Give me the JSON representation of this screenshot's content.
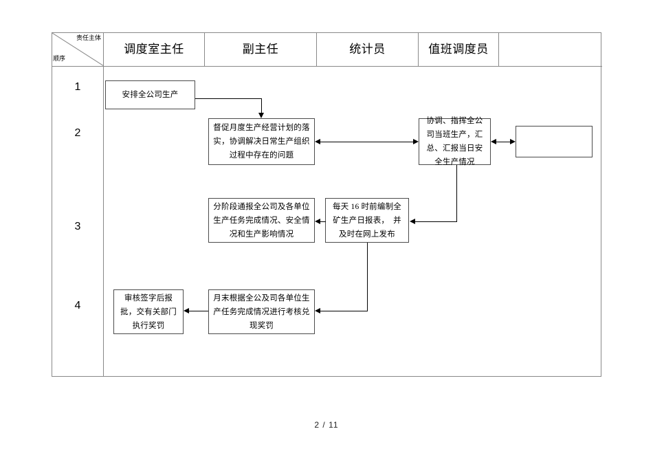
{
  "document": {
    "footer_page_label": "2 / 11"
  },
  "table": {
    "corner": {
      "top_right_label": "责任主体",
      "bottom_left_label": "顺序"
    },
    "column_headers": [
      {
        "label": "调度室主任"
      },
      {
        "label": "副主任"
      },
      {
        "label": "统计员"
      },
      {
        "label": "值班调度员"
      },
      {
        "label": ""
      }
    ],
    "row_numbers": [
      "1",
      "2",
      "3",
      "4"
    ]
  },
  "flow": {
    "boxes": [
      {
        "id": "box-arrange-production",
        "row": "1",
        "column": "调度室主任",
        "text": "安排全公司生产"
      },
      {
        "id": "box-supervise-monthly-plan",
        "row": "2",
        "column": "副主任",
        "text": "督促月度生产经营计划的落实，协调解决日常生产组织过程中存在的问题"
      },
      {
        "id": "box-coordinate-shift-production",
        "row": "2",
        "column": "值班调度员",
        "text": "协调、指挥全公司当班生产，汇总、汇报当日安全生产情况"
      },
      {
        "id": "box-empty-right",
        "row": "2",
        "column": "",
        "text": ""
      },
      {
        "id": "box-stage-report",
        "row": "3",
        "column": "副主任",
        "text": "分阶段通报全公司及各单位生产任务完成情况、安全情况和生产影响情况"
      },
      {
        "id": "box-daily-report",
        "row": "3",
        "column": "统计员",
        "text": "每天 16 时前编制全矿生产日报表，　并及时在网上发布"
      },
      {
        "id": "box-approve-reward",
        "row": "4",
        "column": "调度室主任",
        "text": "审核签字后报批，交有关部门执行奖罚"
      },
      {
        "id": "box-monthly-assessment",
        "row": "4",
        "column": "副主任",
        "text": "月末根据全公及司各单位生产任务完成情况进行考核兑现奖罚"
      }
    ]
  },
  "colors": {
    "table_border": "#888888",
    "box_border": "#4a4a4a",
    "connector": "#000000",
    "background": "#ffffff"
  }
}
